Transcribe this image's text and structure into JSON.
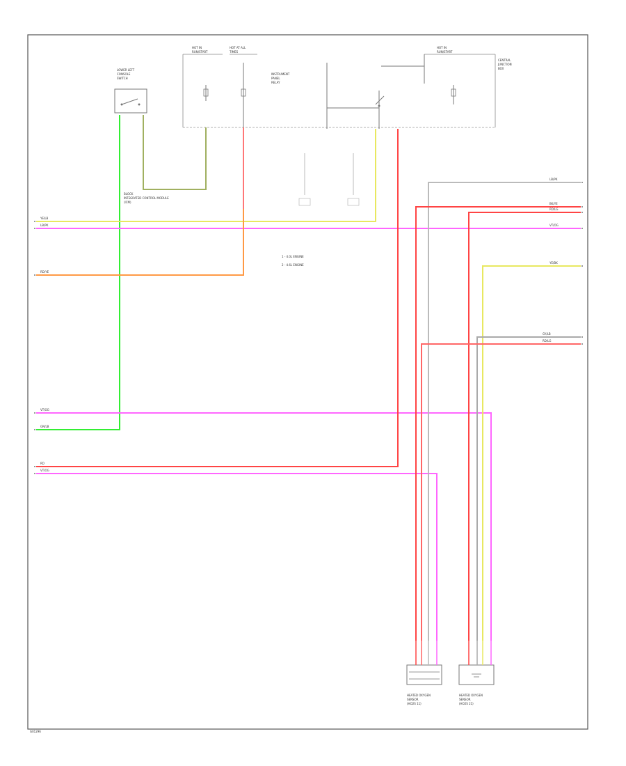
{
  "colors": {
    "green": "#33ee33",
    "yellow": "#e8e860",
    "olive": "#9aa860",
    "violet": "#ff66ff",
    "orange": "#ff9944",
    "red": "#ff4444",
    "salmon": "#ff6666",
    "gray": "#999999",
    "wire_gray": "#aaaaaa",
    "tan": "#cc9966"
  },
  "icons": [
    "switch-icon",
    "ground-icon",
    "connector-icon"
  ],
  "labels": {
    "fuse_left": "HOT IN\nRUN/START",
    "fuse_mid": "HOT AT ALL\nTIMES",
    "fuse_right": "HOT IN\nRUN/START",
    "cjb": "CENTRAL\nJUNCTION\nBOX",
    "switch_left": "LOWER LEFT\nCONSOLE\nSWITCH",
    "relay": "INSTRUMENT\nPANEL\nRELAY",
    "legend_1": "1 - 4.0L ENGINE",
    "legend_2": "2 - 4.6L ENGINE",
    "left_note": "BLOCK\nINTEGRATED CONTROL MODULE\n(ICM)",
    "sensor_left": "HEATED OXYGEN\nSENSOR\n(HO2S 11)",
    "sensor_right": "HEATED OXYGEN\nSENSOR\n(HO2S 21)",
    "fig_id": "G01296",
    "wire_yellow": "YE/LB",
    "wire_violet": "LB/PK",
    "wire_orange": "RD/YE",
    "wire_violet2": "VT/OG",
    "wire_green": "GN/LB",
    "wire_red": "RD",
    "wire_violet3": "VT/OG",
    "wire_r1": "LB/PK",
    "wire_r2": "BK/YE",
    "wire_r3": "RD/LG",
    "wire_r4": "VT/OG",
    "wire_r5": "YE/BK",
    "wire_r6": "GY/LB",
    "wire_r7": "RD/LG"
  }
}
